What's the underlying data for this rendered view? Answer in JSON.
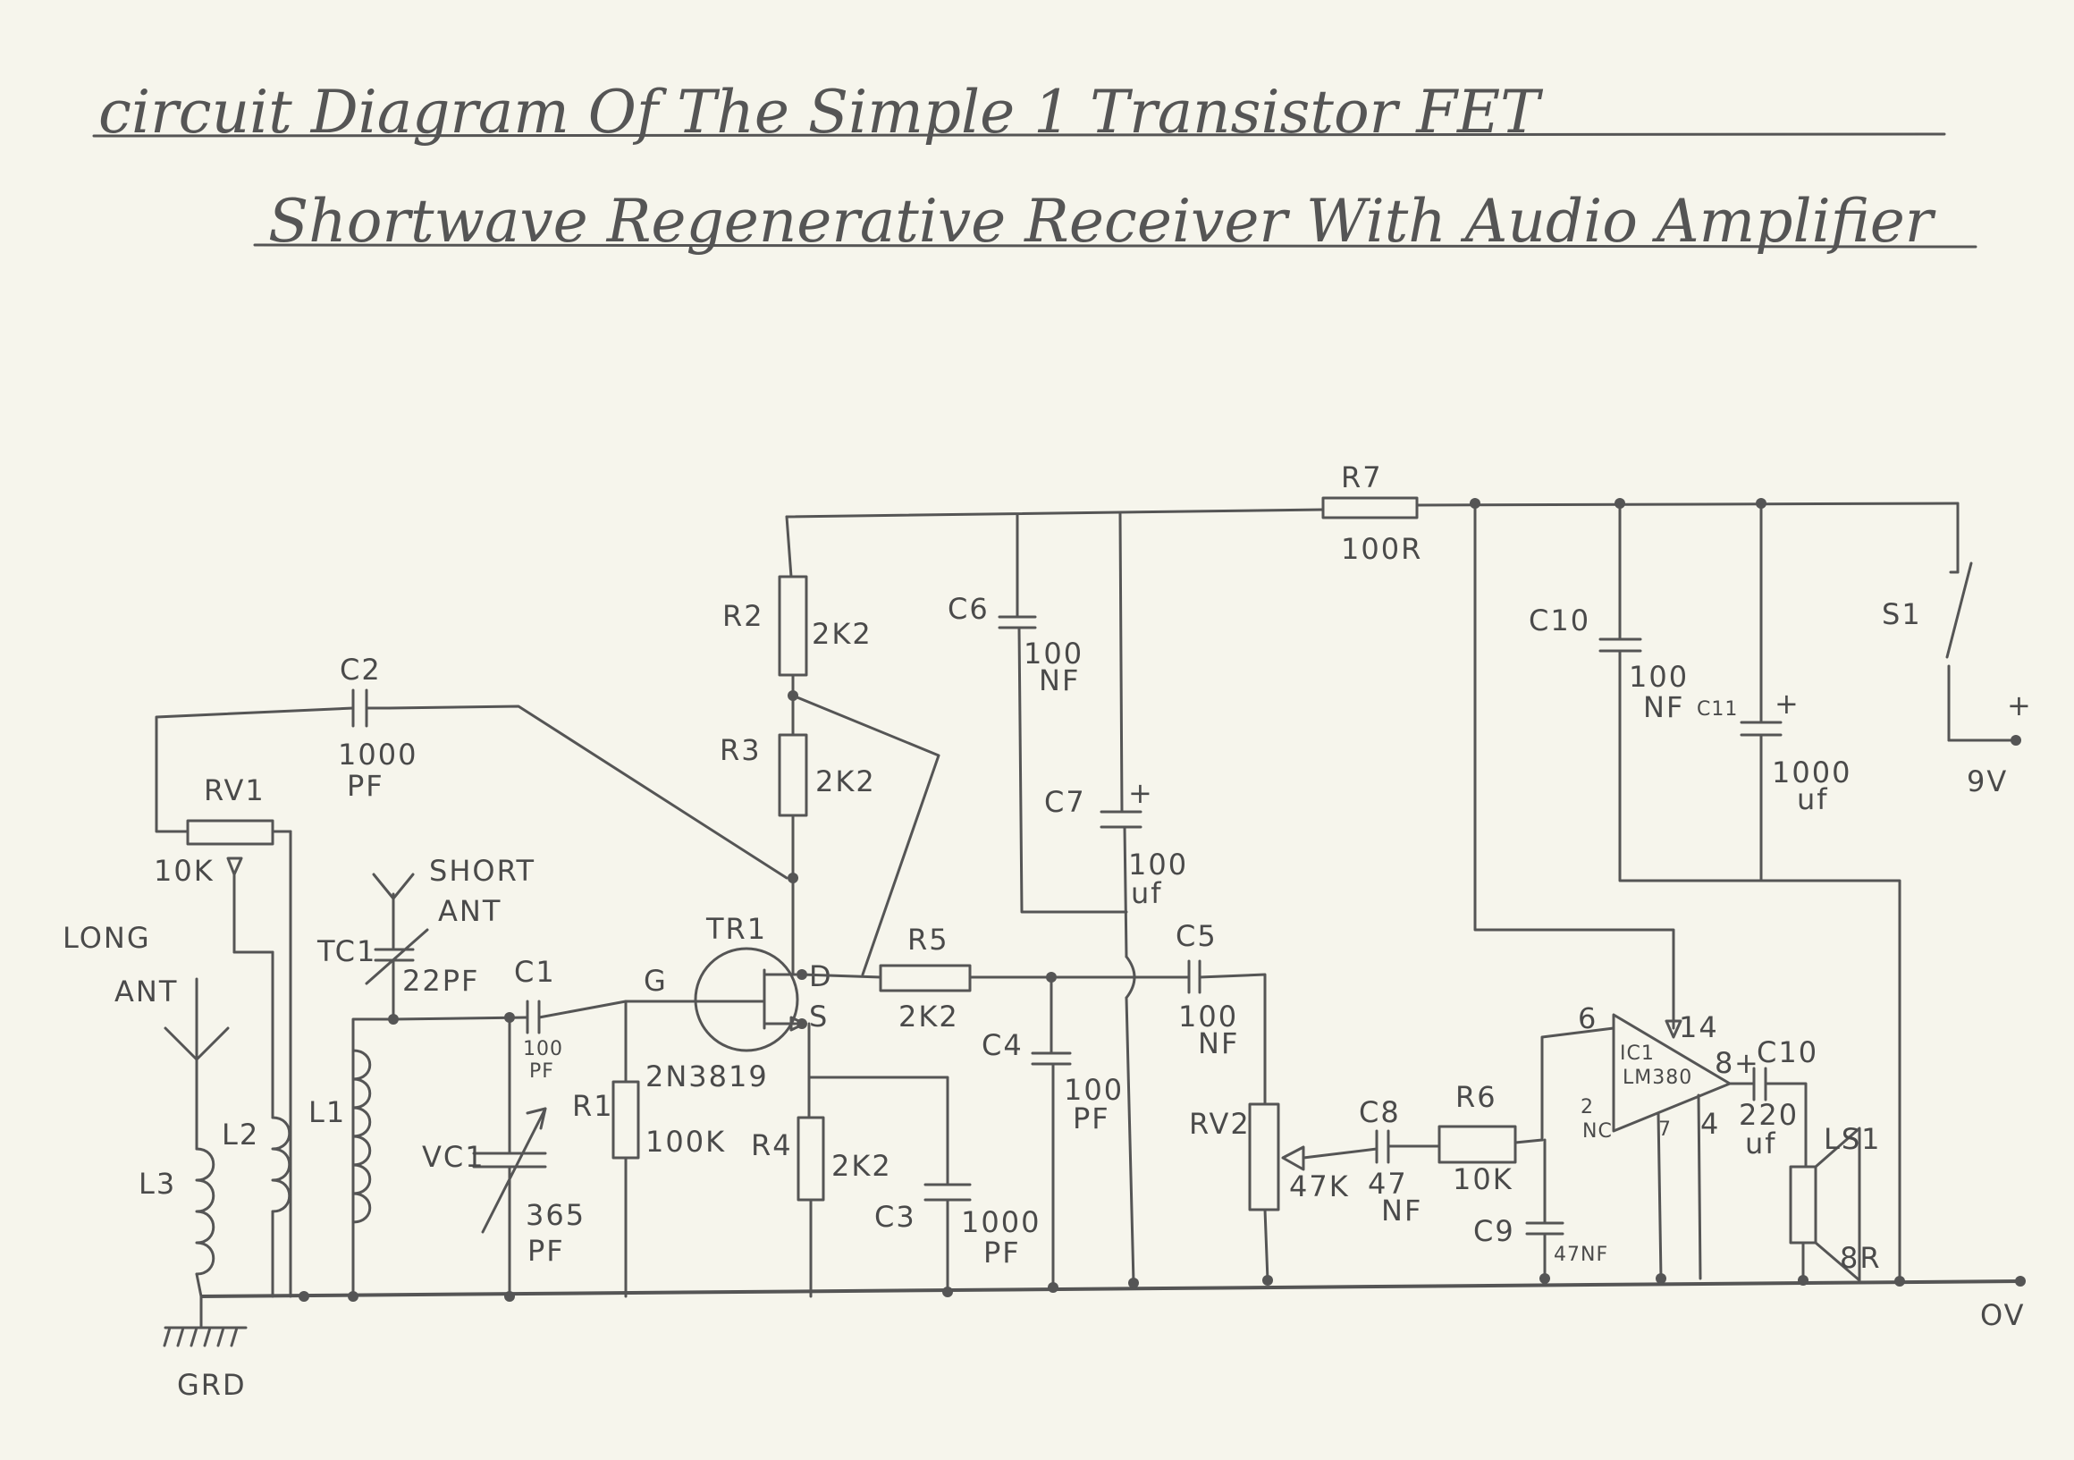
{
  "title": {
    "line1": "circuit Diagram Of The Simple 1 Transistor FET",
    "line2": "Shortwave Regenerative Receiver With Audio Amplifier"
  },
  "labels": {
    "r7": "R7",
    "r7_val": "100R",
    "r2": "R2",
    "r2_val": "2K2",
    "r3": "R3",
    "r3_val": "2K2",
    "r4": "R4",
    "r4_val": "2K2",
    "r5": "R5",
    "r5_val": "2K2",
    "r6": "R6",
    "r6_val": "10K",
    "r1": "R1",
    "r1_val": "100K",
    "c2": "C2",
    "c2_val1": "1000",
    "c2_val2": "PF",
    "c6": "C6",
    "c6_val1": "100",
    "c6_val2": "NF",
    "c7": "C7",
    "c7_val1": "100",
    "c7_val2": "uf",
    "c10_top": "C10",
    "c10_val1": "100",
    "c10_val2": "NF",
    "c11": "C11",
    "c11_val1": "1000",
    "c11_val2": "uf",
    "c1": "C1",
    "c1_val1": "100",
    "c1_val2": "PF",
    "c4": "C4",
    "c4_val1": "100",
    "c4_val2": "PF",
    "c5": "C5",
    "c5_val1": "100",
    "c5_val2": "NF",
    "c3": "C3",
    "c3_val1": "1000",
    "c3_val2": "PF",
    "c8": "C8",
    "c8_val1": "47",
    "c8_val2": "NF",
    "c9": "C9",
    "c9_val": "47NF",
    "c10_out": "C10",
    "c10_out_val1": "220",
    "c10_out_val2": "uf",
    "rv1": "RV1",
    "rv1_val": "10K",
    "rv2": "RV2",
    "rv2_val": "47K",
    "tc1": "TC1",
    "tc1_val": "22PF",
    "vc1": "VC1",
    "vc1_val1": "365",
    "vc1_val2": "PF",
    "short_ant1": "SHORT",
    "short_ant2": "ANT",
    "long_ant1": "LONG",
    "long_ant2": "ANT",
    "l1": "L1",
    "l2": "L2",
    "l3": "L3",
    "tr1": "TR1",
    "tr1_part": "2N3819",
    "pin_g": "G",
    "pin_d": "D",
    "pin_s": "S",
    "s1": "S1",
    "plus": "+",
    "v9": "9V",
    "ic_name1": "IC1",
    "ic_name2": "LM380",
    "pin6": "6",
    "pin14": "14",
    "pin2": "2",
    "pin_nc": "NC",
    "pin7": "7",
    "pin4": "4",
    "pin8": "8",
    "ls1": "LS1",
    "ls1_val": "8R",
    "grd": "GRD",
    "ov": "OV"
  }
}
